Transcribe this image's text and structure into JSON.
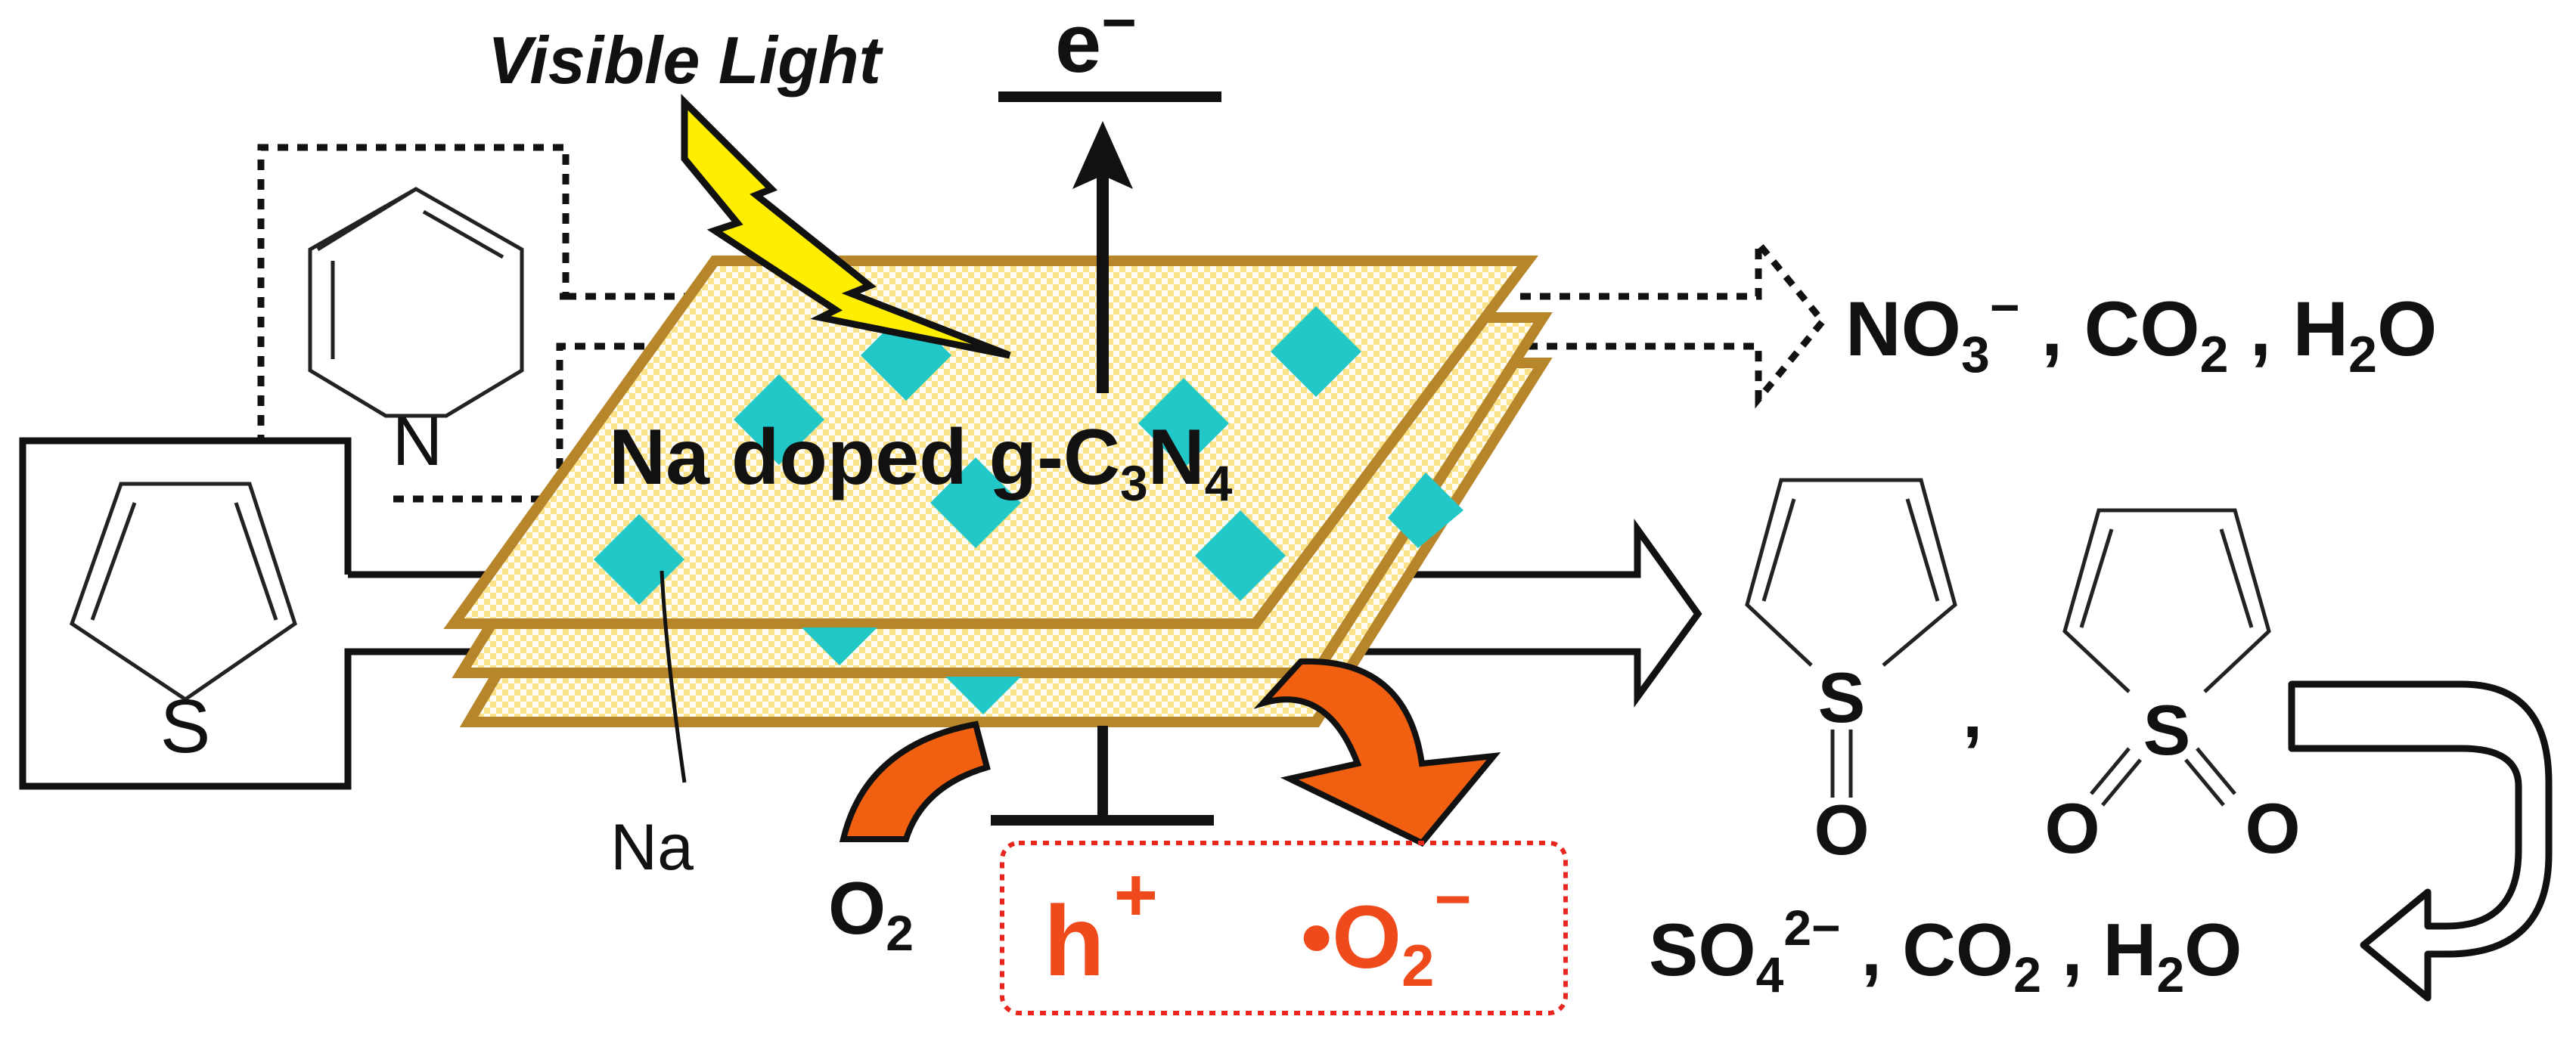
{
  "labels": {
    "visible_light": "Visible Light",
    "electron": "e",
    "electron_charge": "−",
    "catalyst_main": "Na doped g-C",
    "catalyst_sub3": "3",
    "catalyst_n": "N",
    "catalyst_sub4": "4",
    "pyridine_n": "N",
    "thiophene_s": "S",
    "dopant": "Na",
    "oxygen": "O",
    "oxygen_sub": "2",
    "hole": "h",
    "hole_charge": "+",
    "superoxide": "•O",
    "superoxide_sub": "2",
    "superoxide_charge": "−",
    "sulfoxide_s": "S",
    "sulfoxide_o": "O",
    "comma": ",",
    "sulfone_s": "S",
    "sulfone_o1": "O",
    "sulfone_o2": "O"
  },
  "product_rows": {
    "nitrogen_products": {
      "no3": "NO",
      "no3_sub": "3",
      "no3_charge": "−",
      "sep1": " , ",
      "co2": "CO",
      "co2_sub": "2",
      "sep2": " , ",
      "h2o_h": "H",
      "h2o_sub": "2",
      "h2o_o": "O"
    },
    "sulfur_products": {
      "so4": "SO",
      "so4_sub": "4",
      "so4_charge": "2−",
      "sep1": " , ",
      "co2": "CO",
      "co2_sub": "2",
      "sep2": " , ",
      "h2o_h": "H",
      "h2o_sub": "2",
      "h2o_o": "O"
    }
  },
  "colors": {
    "sheet_fill": "#f8e080",
    "sheet_border": "#b8862a",
    "na_dopant": "#22c8c8",
    "lightning": "#ffee00",
    "orange_arrow": "#f06010",
    "red_text": "#ee4a1c"
  }
}
